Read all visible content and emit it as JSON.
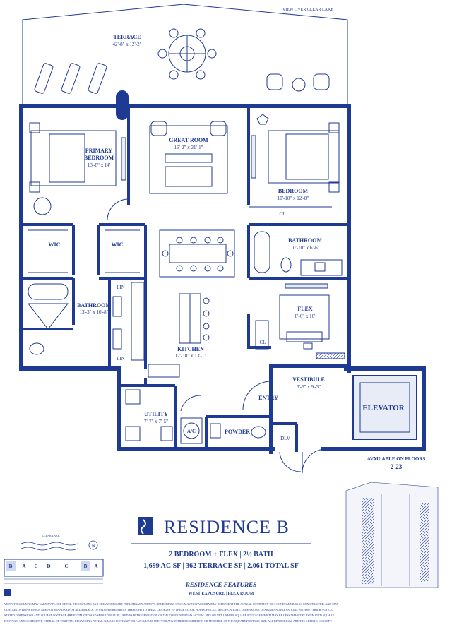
{
  "header": {
    "view_note": "VIEW OVER CLEAR LAKE"
  },
  "rooms": {
    "terrace": {
      "name": "TERRACE",
      "dim": "42'-8\" x 12'-2\""
    },
    "great_room": {
      "name": "GREAT ROOM",
      "dim": "16'-2\" x 21'-1\""
    },
    "primary_bedroom": {
      "name1": "PRIMARY",
      "name2": "BEDROOM",
      "dim": "13'-8\" x 14'"
    },
    "bedroom": {
      "name": "BEDROOM",
      "dim": "10'-10\" x 12'-8\""
    },
    "cl_top": "CL",
    "bathroom_right": {
      "name": "BATHROOM",
      "dim": "10'-10\" x 6'-6\""
    },
    "wic_left": "WIC",
    "wic_right": "WIC",
    "lin_1": "LIN",
    "lin_2": "LIN",
    "bathroom_left": {
      "name": "BATHROOM",
      "dim": "13'-3\" x 10'-8\""
    },
    "flex": {
      "name": "FLEX",
      "dim": "8'-6\" x 10'"
    },
    "cl_flex": "CL",
    "kitchen": {
      "name": "KITCHEN",
      "dim": "12'-10\" x 13'-1\""
    },
    "vestibule": {
      "name": "VESTIBULE",
      "dim": "6'-6\" x 9'-3\""
    },
    "entry": "ENTRY",
    "elevator": "ELEVATOR",
    "utility": {
      "name": "UTILITY",
      "dim": "7'-7\" x 7'-5\""
    },
    "ac": "A/C",
    "powder": "POWDER",
    "dlv": "DLV"
  },
  "availability": {
    "line1": "AVAILABLE ON FLOORS",
    "line2": "2-23"
  },
  "residence": {
    "title": "RESIDENCE B",
    "specs1": "2 BEDROOM + FLEX | 2½ BATH",
    "specs2": "1,699 AC SF | 362 TERRACE SF | 2,061 TOTAL SF",
    "features_heading": "RESIDENCE FEATURES",
    "features_sub": "WEST EXPOSURE | FLEX ROOM"
  },
  "key_plan": {
    "lake_label": "CLEAR LAKE",
    "north": "N",
    "units": [
      "B",
      "A",
      "C",
      "D",
      "C",
      "B",
      "A"
    ]
  },
  "disclaimer": [
    "VIEWS FROM UNITS MAY VARY BY FLOOR LEVEL. FLOORPLANS AND ELEVATIONS ARE PRELIMINARY ARTIST'S RENDERINGS ONLY, MAY NOT ACCURATELY REPRESENT THE ACTUAL CONDITION OF A CONDOMINIUM AS CONSTRUCTED, AND MAY",
    "CONTAIN OPTIONS WHICH ARE NOT STANDARD ON ALL MODELS. DEVELOPER RESERVES THE RIGHT TO MAKE CHANGES TO THESE FLOOR PLANS, PRICES, SPECIFICATIONS, DIMENSIONS, DESIGNS AND ELEVATIONS WITHOUT PRIOR NOTICE.",
    "STATED DIMENSIONS AND SQUARE FOOTAGE ARE ESTIMATED AND SHOULD NOT BE USED AS REPRESENTATION OF THE CONDOMINIUMS ACTUAL SIZE OR NET USABLE SQUARE FOOTAGE WHICH MAY BE LESS THAN THE ESTIMATED SQUARE",
    "FOOTAGE. ANY STATEMENT, VERBAL OR WRITTEN, REGARDING \"TOTAL SQUARE FOOTAGE\" OR \"AC SQUARE FEET\" OR ANY OTHER DESCRIPTION OR MODIFIER OF THE SQUARE FOOTAGE SIZE. ALL RENDERINGS ARE THE ARTIST'S CONCEPT."
  ],
  "colors": {
    "ink": "#1f3a93",
    "wall": "#1f3a93",
    "fill": "#e8ecf7"
  }
}
